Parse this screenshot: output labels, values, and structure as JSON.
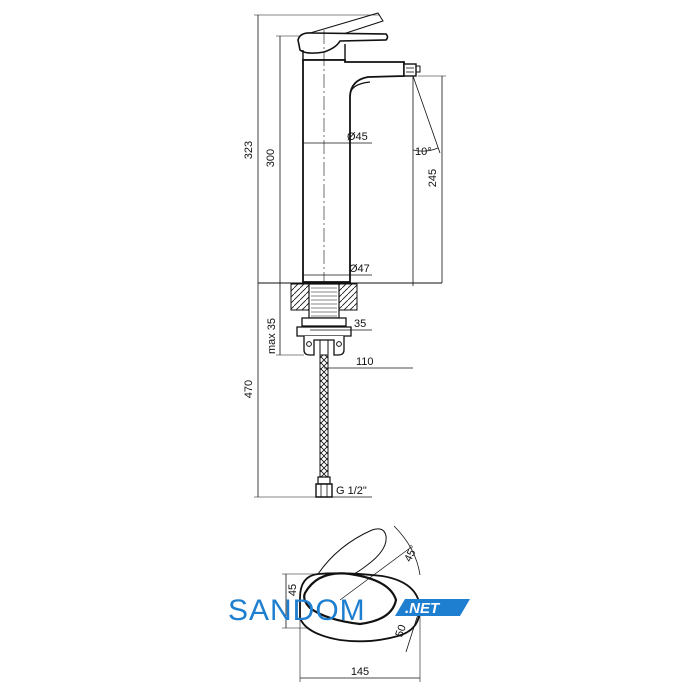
{
  "dimensions": {
    "total_height": "323",
    "body_height": "300",
    "spout_height": "245",
    "spout_angle": "10°",
    "body_diameter_top": "Ø45",
    "body_diameter_base": "Ø47",
    "max_thickness": "max 35",
    "nut_width": "35",
    "spout_reach": "110",
    "hose_length": "470",
    "thread": "G 1/2\"",
    "lever_angle": "45°",
    "lever_offset": "45",
    "lever_length": "50",
    "top_width": "145"
  },
  "watermark": {
    "brand": "SANDOM",
    "suffix": ".NET",
    "color": "#1e7fd0",
    "badge_color": "#1e7fd0"
  },
  "colors": {
    "line": "#111111",
    "watermark": "#1e7fd0"
  }
}
